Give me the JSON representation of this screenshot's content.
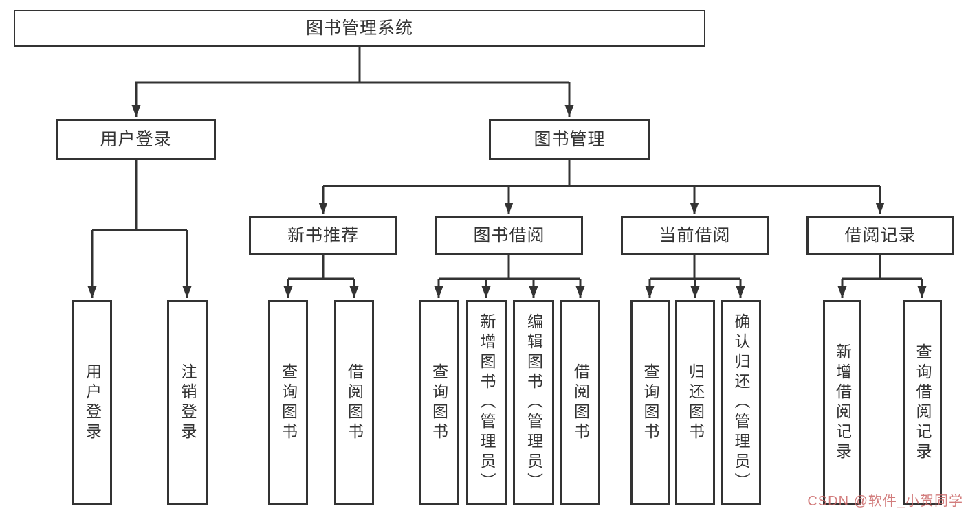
{
  "diagram_title": "图书管理系统",
  "nodes": {
    "root": "图书管理系统",
    "user_login": "用户登录",
    "book_mgmt": "图书管理",
    "new_book": "新书推荐",
    "book_borrow": "图书借阅",
    "current_borrow": "当前借阅",
    "borrow_record": "借阅记录",
    "leaf_user_login": "用户登录",
    "leaf_logout": "注销登录",
    "leaf_nb_query": "查询图书",
    "leaf_nb_borrow": "借阅图书",
    "leaf_bb_query": "查询图书",
    "leaf_bb_add": "新增图书（管理员）",
    "leaf_bb_edit": "编辑图书（管理员）",
    "leaf_bb_borrow": "借阅图书",
    "leaf_cb_query": "查询图书",
    "leaf_cb_return": "归还图书",
    "leaf_cb_confirm": "确认归还（管理员）",
    "leaf_br_add": "新增借阅记录",
    "leaf_br_query": "查询借阅记录"
  },
  "colors": {
    "line": "#333333",
    "text": "#333333",
    "watermark": "#cc6a6a",
    "background": "#ffffff"
  },
  "watermark": "CSDN @软件_小贺同学"
}
